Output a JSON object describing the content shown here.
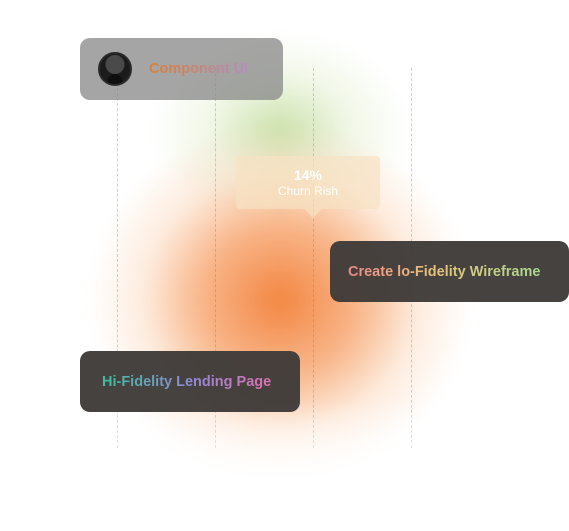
{
  "cards": {
    "component": {
      "label": "Component UI"
    },
    "wireframe": {
      "label": "Create lo-Fidelity Wireframe"
    },
    "hifi": {
      "label": "Hi-Fidelity Lending Page"
    }
  },
  "tooltip": {
    "value": "14%",
    "label": "Churn Rish"
  },
  "colors": {
    "glow_orange": "#F28038",
    "glow_green": "#C4DEA0",
    "card_dark": "#3E3A38",
    "card_gray": "#878787"
  },
  "icons": {
    "avatar": "user-avatar"
  }
}
